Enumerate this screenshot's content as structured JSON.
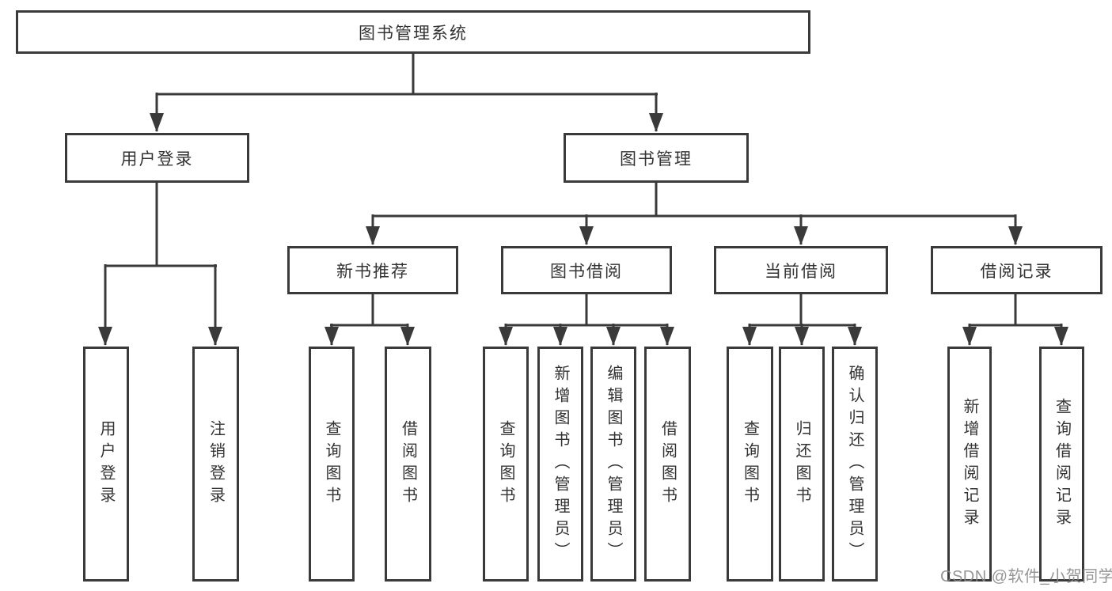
{
  "diagram": {
    "type": "hierarchy-tree",
    "nodes": {
      "root": {
        "label": "图书管理系统"
      },
      "level2": [
        {
          "label": "用户登录",
          "parent": "图书管理系统"
        },
        {
          "label": "图书管理",
          "parent": "图书管理系统"
        }
      ],
      "level3": [
        {
          "label": "新书推荐",
          "parent": "图书管理"
        },
        {
          "label": "图书借阅",
          "parent": "图书管理"
        },
        {
          "label": "当前借阅",
          "parent": "图书管理"
        },
        {
          "label": "借阅记录",
          "parent": "图书管理"
        }
      ],
      "leaves": [
        {
          "label": "用户登录",
          "parent": "用户登录"
        },
        {
          "label": "注销登录",
          "parent": "用户登录"
        },
        {
          "label": "查询图书",
          "parent": "新书推荐"
        },
        {
          "label": "借阅图书",
          "parent": "新书推荐"
        },
        {
          "label": "查询图书",
          "parent": "图书借阅"
        },
        {
          "label": "新增图书（管理员）",
          "parent": "图书借阅"
        },
        {
          "label": "编辑图书（管理员）",
          "parent": "图书借阅"
        },
        {
          "label": "借阅图书",
          "parent": "图书借阅"
        },
        {
          "label": "查询图书",
          "parent": "当前借阅"
        },
        {
          "label": "归还图书",
          "parent": "当前借阅"
        },
        {
          "label": "确认归还（管理员）",
          "parent": "当前借阅"
        },
        {
          "label": "新增借阅记录",
          "parent": "借阅记录"
        },
        {
          "label": "查询借阅记录",
          "parent": "借阅记录"
        }
      ]
    },
    "colors": {
      "line": "#3a3a3a",
      "text": "#333333",
      "background": "#ffffff",
      "watermark": "#888888"
    }
  },
  "watermark": "CSDN @软件_小贺同学"
}
